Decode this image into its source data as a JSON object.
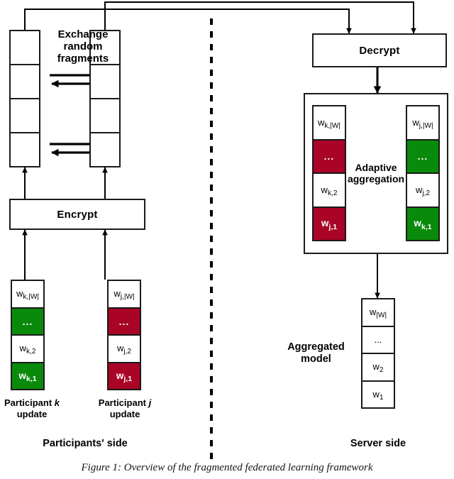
{
  "figure": {
    "title": "Overview of the fragmented federated learning framework",
    "caption": "Figure 1: Overview of the fragmented federated learning framework"
  },
  "colors": {
    "green": "#0a8a0a",
    "red": "#a90426",
    "stroke": "#1a1a1a",
    "lock_fill": "#b6c7d6",
    "lock_stroke": "#3d566e",
    "background": "#ffffff"
  },
  "divider": {
    "name": "vertical-dashed-divider",
    "style": "dashed"
  },
  "participants_side": {
    "side_label": "Participants' side",
    "exchange_label": "Exchange random fragments",
    "exchange_label_lines": [
      "Exchange",
      "random",
      "fragments"
    ],
    "encrypt_label": "Encrypt",
    "lock_stacks": [
      {
        "name": "encrypted-fragments-k",
        "cells": [
          "lock-icon",
          "lock-icon",
          "lock-icon",
          "lock-icon"
        ]
      },
      {
        "name": "encrypted-fragments-j",
        "cells": [
          "lock-icon",
          "lock-icon",
          "lock-icon",
          "lock-icon"
        ]
      }
    ],
    "exchange_arrows": [
      {
        "name": "exchange-arrow-row2-right",
        "direction": "right",
        "row": 2
      },
      {
        "name": "exchange-arrow-row2-left",
        "direction": "left",
        "row": 2
      },
      {
        "name": "exchange-arrow-row4-right",
        "direction": "right",
        "row": 4
      },
      {
        "name": "exchange-arrow-row4-left",
        "direction": "left",
        "row": 4
      }
    ],
    "updates": [
      {
        "name": "participant-k-update",
        "caption_prefix": "Participant ",
        "caption_symbol": "k",
        "caption_suffix": "update",
        "color": "green",
        "cells": [
          {
            "label": "w",
            "sub": "k,|W|",
            "fill": "white",
            "bold": false,
            "dots": false
          },
          {
            "label": "...",
            "sub": "",
            "fill": "green",
            "bold": false,
            "dots": true
          },
          {
            "label": "w",
            "sub": "k,2",
            "fill": "white",
            "bold": false,
            "dots": false
          },
          {
            "label": "w",
            "sub": "k,1",
            "fill": "green",
            "bold": true,
            "dots": false
          }
        ]
      },
      {
        "name": "participant-j-update",
        "caption_prefix": "Participant ",
        "caption_symbol": "j",
        "caption_suffix": "update",
        "color": "red",
        "cells": [
          {
            "label": "w",
            "sub": "j,|W|",
            "fill": "white",
            "bold": false,
            "dots": false
          },
          {
            "label": "...",
            "sub": "",
            "fill": "red",
            "bold": false,
            "dots": true
          },
          {
            "label": "w",
            "sub": "j,2",
            "fill": "white",
            "bold": false,
            "dots": false
          },
          {
            "label": "w",
            "sub": "j,1",
            "fill": "red",
            "bold": true,
            "dots": false
          }
        ]
      }
    ]
  },
  "server_side": {
    "side_label": "Server side",
    "decrypt_label": "Decrypt",
    "aggregation_label": "Adaptive aggregation",
    "aggregation_label_lines": [
      "Adaptive",
      "aggregation"
    ],
    "aggregation_vectors": [
      {
        "name": "aggregation-vector-left",
        "cells": [
          {
            "label": "w",
            "sub": "k,|W|",
            "fill": "white",
            "bold": false,
            "dots": false
          },
          {
            "label": "...",
            "sub": "",
            "fill": "red",
            "bold": false,
            "dots": true
          },
          {
            "label": "w",
            "sub": "k,2",
            "fill": "white",
            "bold": false,
            "dots": false
          },
          {
            "label": "w",
            "sub": "j,1",
            "fill": "red",
            "bold": true,
            "dots": false
          }
        ]
      },
      {
        "name": "aggregation-vector-right",
        "cells": [
          {
            "label": "w",
            "sub": "j,|W|",
            "fill": "white",
            "bold": false,
            "dots": false
          },
          {
            "label": "...",
            "sub": "",
            "fill": "green",
            "bold": false,
            "dots": true
          },
          {
            "label": "w",
            "sub": "j,2",
            "fill": "white",
            "bold": false,
            "dots": false
          },
          {
            "label": "w",
            "sub": "k,1",
            "fill": "green",
            "bold": true,
            "dots": false
          }
        ]
      }
    ],
    "aggregated_model": {
      "name": "aggregated-model-vector",
      "label": "Aggregated model",
      "label_lines": [
        "Aggregated",
        "model"
      ],
      "cells": [
        {
          "label": "w",
          "sub": "|W|",
          "fill": "white",
          "bold": false,
          "dots": false
        },
        {
          "label": "...",
          "sub": "",
          "fill": "white",
          "bold": false,
          "dots": true
        },
        {
          "label": "w",
          "sub": "2",
          "fill": "white",
          "bold": false,
          "dots": false
        },
        {
          "label": "w",
          "sub": "1",
          "fill": "white",
          "bold": false,
          "dots": false
        }
      ]
    }
  },
  "connectors": [
    {
      "name": "connector-fragments-k-to-decrypt",
      "from": "encrypted-fragments-k",
      "to": "decrypt-box"
    },
    {
      "name": "connector-fragments-j-to-decrypt",
      "from": "encrypted-fragments-j",
      "to": "decrypt-box"
    },
    {
      "name": "connector-encrypt-to-fragments-k",
      "from": "encrypt-box",
      "to": "encrypted-fragments-k"
    },
    {
      "name": "connector-encrypt-to-fragments-j",
      "from": "encrypt-box",
      "to": "encrypted-fragments-j"
    },
    {
      "name": "connector-update-k-to-encrypt",
      "from": "participant-k-update",
      "to": "encrypt-box"
    },
    {
      "name": "connector-update-j-to-encrypt",
      "from": "participant-j-update",
      "to": "encrypt-box"
    },
    {
      "name": "connector-decrypt-to-aggregation",
      "from": "decrypt-box",
      "to": "adaptive-aggregation-box"
    },
    {
      "name": "connector-aggregation-to-model",
      "from": "adaptive-aggregation-box",
      "to": "aggregated-model-vector"
    }
  ]
}
